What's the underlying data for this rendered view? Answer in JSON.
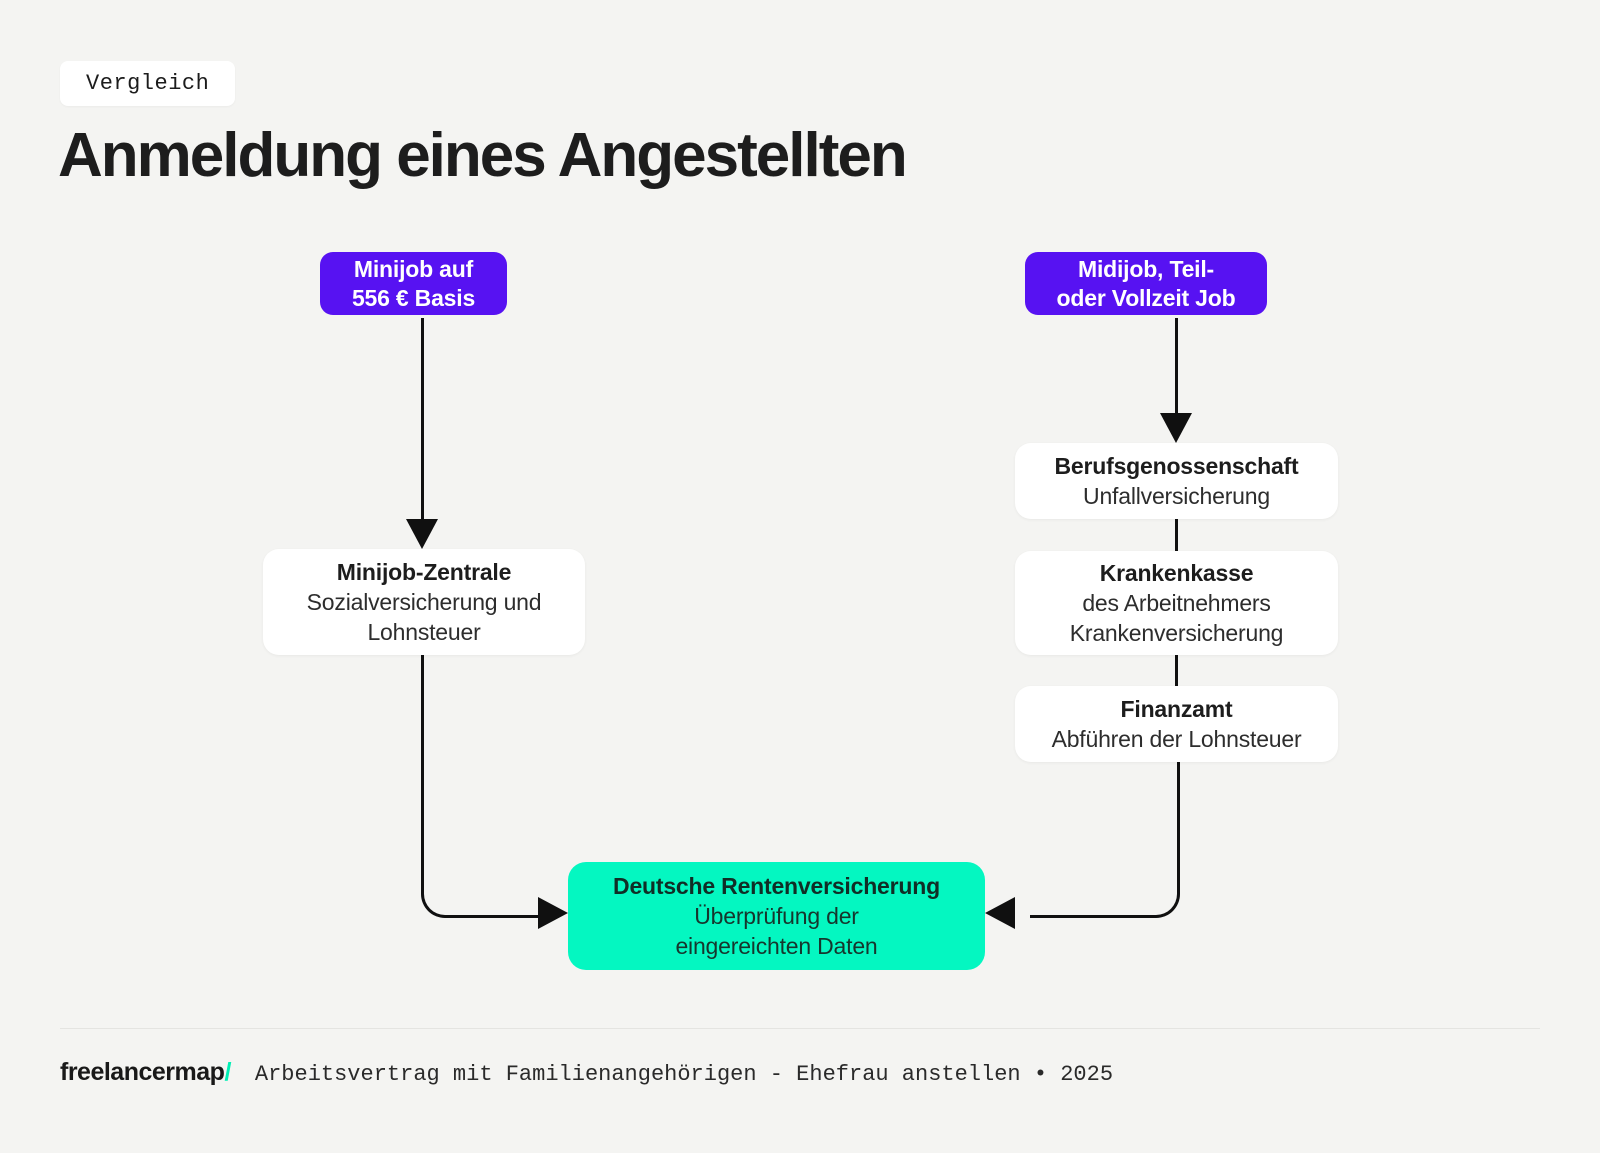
{
  "colors": {
    "background": "#f4f4f2",
    "purple": "#5712f2",
    "teal": "#04f7c1",
    "ink": "#101010",
    "logo_slash": "#00efb4"
  },
  "header": {
    "badge": "Vergleich",
    "title": "Anmeldung eines Angestellten"
  },
  "flow": {
    "left_start": {
      "line1": "Minijob auf",
      "line2": "556 € Basis"
    },
    "right_start": {
      "line1": "Midijob, Teil-",
      "line2": "oder Vollzeit Job"
    },
    "minijob_zentrale": {
      "title": "Minijob-Zentrale",
      "subtitle": "Sozialversicherung und Lohnsteuer"
    },
    "berufsgenossenschaft": {
      "title": "Berufsgenossenschaft",
      "subtitle": "Unfallversicherung"
    },
    "krankenkasse": {
      "title": "Krankenkasse",
      "subtitle": "des Arbeitnehmers Krankenversicherung"
    },
    "finanzamt": {
      "title": "Finanzamt",
      "subtitle": "Abführen der Lohnsteuer"
    },
    "rentenversicherung": {
      "title": "Deutsche Rentenversicherung",
      "subtitle": "Überprüfung der eingereichten Daten"
    }
  },
  "footer": {
    "logo": "freelancermap",
    "logo_slash": "/",
    "caption": "Arbeitsvertrag mit Familienangehörigen - Ehefrau anstellen • 2025"
  }
}
